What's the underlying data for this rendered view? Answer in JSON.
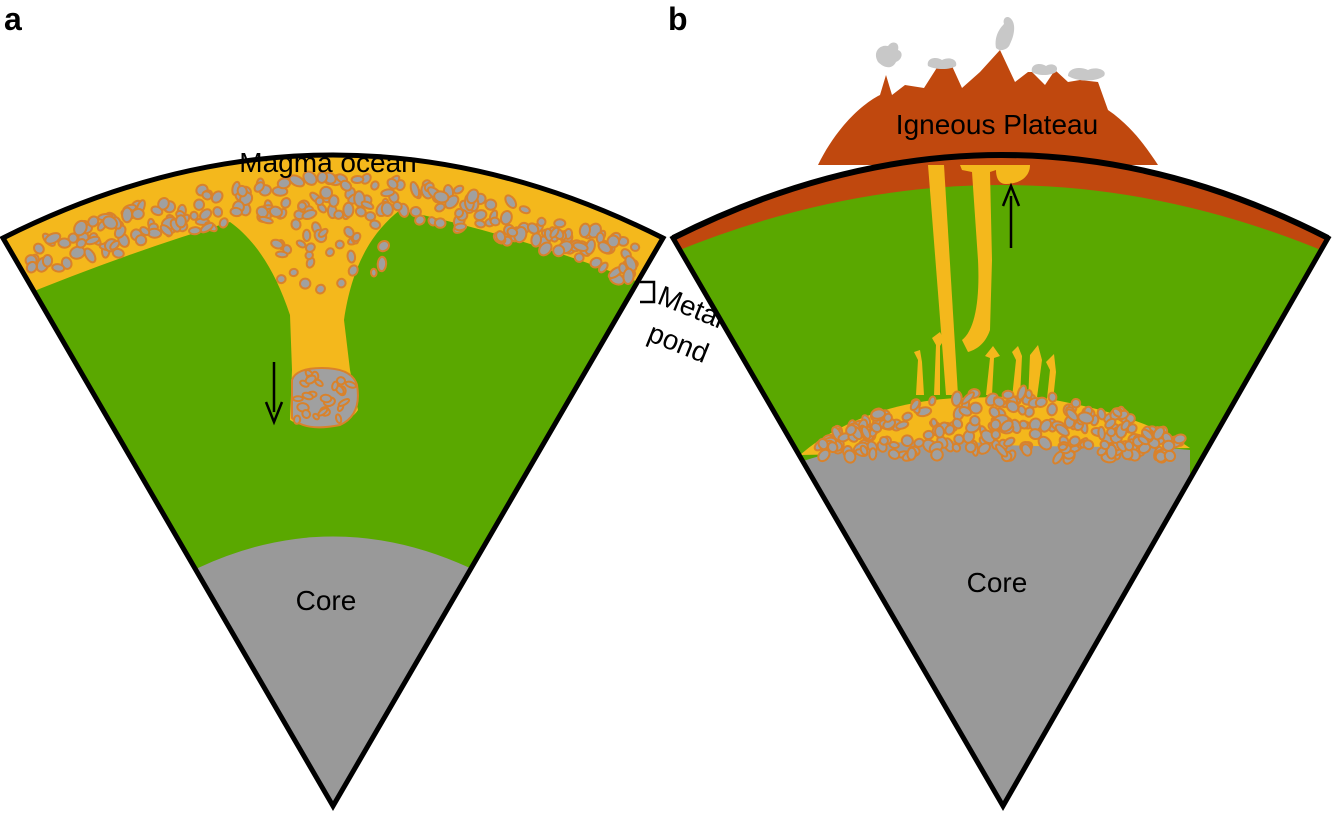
{
  "panels": [
    {
      "letter": "a",
      "labels": {
        "magma_ocean": "Magma ocean",
        "metal_pond_line1": "Metal",
        "metal_pond_line2": "pond",
        "core": "Core"
      }
    },
    {
      "letter": "b",
      "labels": {
        "igneous_plateau": "Igneous Plateau",
        "core": "Core"
      }
    }
  ],
  "colors": {
    "mantle": "#5aa800",
    "magma": "#f4b81c",
    "core": "#999999",
    "blob_fill": "#a0a0a0",
    "blob_stroke": "#d9822b",
    "plateau": "#c0480e",
    "steam": "#c8c8c8",
    "outline": "#000000"
  }
}
